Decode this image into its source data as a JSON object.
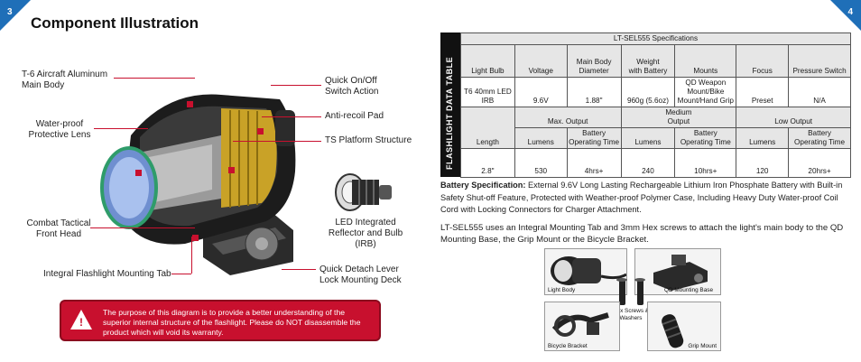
{
  "pages": {
    "left": "3",
    "right": "4"
  },
  "title": "Component Illustration",
  "callouts": {
    "main_body": "T-6 Aircraft Aluminum\nMain Body",
    "lens": "Water-proof\nProtective Lens",
    "front_head": "Combat Tactical\nFront Head",
    "mount_tab": "Integral Flashlight Mounting Tab",
    "switch": "Quick On/Off\nSwitch Action",
    "pad": "Anti-recoil Pad",
    "platform": "TS Platform Structure",
    "led": "LED Integrated\nReflector and Bulb\n(IRB)",
    "lever": "Quick Detach Lever\nLock Mounting Deck"
  },
  "warning": "The purpose of this diagram is to provide a better understanding of the superior internal structure of the flashlight. Please do NOT disassemble the product which will void its warranty.",
  "sidebar": "FLASHLIGHT DATA TABLE",
  "table": {
    "title": "LT-SEL555 Specifications",
    "h1": [
      "Light Bulb",
      "Voltage",
      "Main Body\nDiameter",
      "Weight\nwith Battery",
      "Mounts",
      "Focus",
      "Pressure Switch"
    ],
    "r1": [
      "T6 40mm LED\nIRB",
      "9.6V",
      "1.88\"",
      "960g (5.6oz)",
      "QD Weapon\nMount/Bike\nMount/Hand Grip",
      "Preset",
      "N/A"
    ],
    "max": "Max. Output",
    "med": "Medium\nOutput",
    "low": "Low Output",
    "h2": [
      "Length",
      "Lumens",
      "Battery\nOperating Time",
      "Lumens",
      "Battery\nOperating Time",
      "Lumens",
      "Battery\nOperating Time"
    ],
    "r2": [
      "2.8\"",
      "530",
      "4hrs+",
      "240",
      "10hrs+",
      "120",
      "20hrs+"
    ]
  },
  "battery_label": "Battery Specification:",
  "battery_text": " External 9.6V Long Lasting Rechargeable Lithium Iron Phosphate Battery with Built-in Safety Shut-off Feature, Protected with Weather-proof Polymer Case,  Including Heavy Duty Water-proof Coil Cord with Locking Connectors for Charger Attachment.",
  "mount_text": "LT-SEL555 uses an Integral Mounting Tab and 3mm Hex screws to attach the light's main body to the QD Mounting Base, the Grip Mount or the Bicycle Bracket.",
  "photos": {
    "light_body": "Light Body",
    "qd": "QD Mounting Base",
    "hex": "Hex Screws &\nWashers",
    "bicycle": "Bicycle Bracket",
    "grip": "Grip Mount"
  },
  "colors": {
    "accent_blue": "#1f6fb8",
    "warning_red": "#c8102e"
  }
}
